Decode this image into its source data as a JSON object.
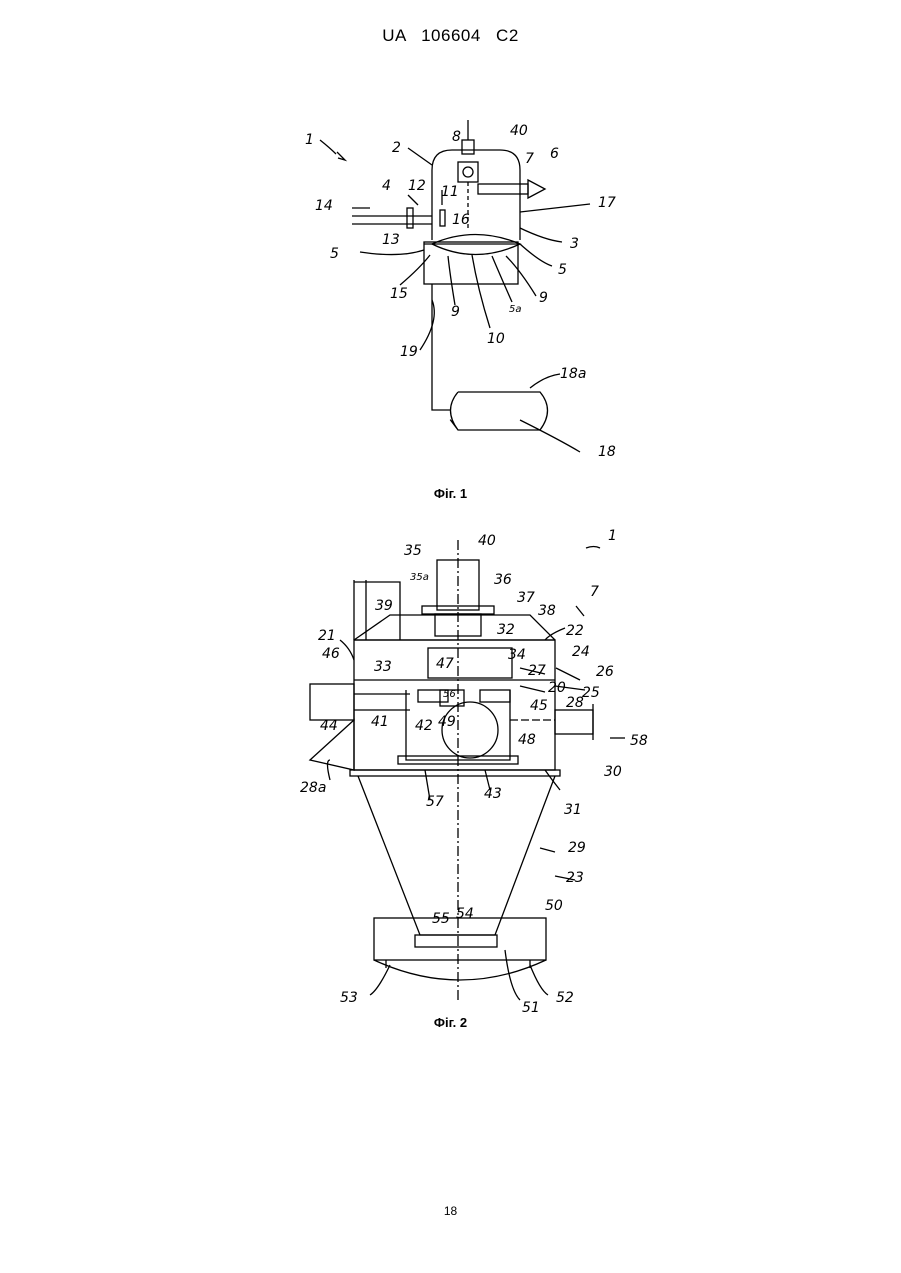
{
  "header": {
    "patent_id": "UA   106604   C2"
  },
  "figure1": {
    "caption": "Фіг. 1",
    "labels": [
      "1",
      "2",
      "3",
      "4",
      "5",
      "5",
      "5a",
      "6",
      "7",
      "8",
      "9",
      "9",
      "10",
      "11",
      "12",
      "13",
      "14",
      "15",
      "16",
      "17",
      "18",
      "18a",
      "19",
      "40"
    ]
  },
  "figure2": {
    "caption": "Фіг. 2",
    "labels": [
      "1",
      "7",
      "20",
      "21",
      "22",
      "23",
      "24",
      "25",
      "26",
      "27",
      "28",
      "28a",
      "29",
      "30",
      "31",
      "32",
      "33",
      "34",
      "35",
      "35a",
      "36",
      "37",
      "38",
      "39",
      "40",
      "41",
      "42",
      "43",
      "44",
      "45",
      "46",
      "47",
      "48",
      "49",
      "50",
      "51",
      "52",
      "53",
      "54",
      "55",
      "56",
      "57",
      "58"
    ]
  },
  "footer": {
    "page_number": "18"
  }
}
